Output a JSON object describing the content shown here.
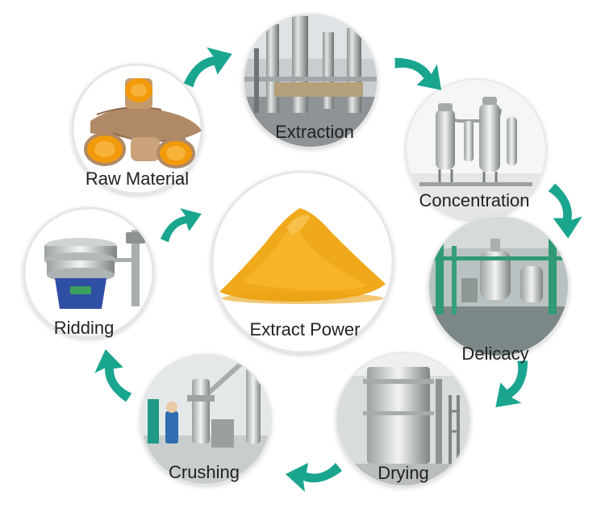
{
  "title": "",
  "stages": [
    {
      "id": "raw-material",
      "label": "Raw Material",
      "icon": "turmeric-roots-icon"
    },
    {
      "id": "extraction",
      "label": "Extraction",
      "icon": "extraction-tanks-icon"
    },
    {
      "id": "concentration",
      "label": "Concentration",
      "icon": "evaporator-towers-icon"
    },
    {
      "id": "delicacy",
      "label": "Delicacy",
      "icon": "refining-plant-icon"
    },
    {
      "id": "drying",
      "label": "Drying",
      "icon": "dryer-tank-icon"
    },
    {
      "id": "crushing",
      "label": "Crushing",
      "icon": "crusher-machine-icon"
    },
    {
      "id": "ridding",
      "label": "Ridding",
      "icon": "vibrating-sieve-icon"
    }
  ],
  "center": {
    "label": "Extract Power",
    "icon": "yellow-powder-pile-icon"
  },
  "colors": {
    "arrow": "#1aa58f",
    "circle_border": "#e6e6e6",
    "powder": "#f0a91a",
    "root_flesh": "#f29a0a",
    "root_skin": "#b08966"
  }
}
